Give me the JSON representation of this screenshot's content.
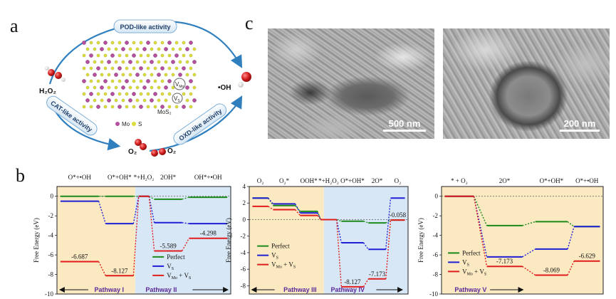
{
  "panels": {
    "a": "a",
    "b": "b",
    "c": "c"
  },
  "schematic": {
    "pod_label": "POD-like activity",
    "cat_label": "CAT-like activity",
    "oxd_label": "OXD-like activity",
    "h2o2": "H₂O₂",
    "oh": "•OH",
    "o2": "O₂",
    "o2_lower": "O₂",
    "vmo": "V",
    "vmo_sub": "Mo",
    "vs": "V",
    "vs_sub": "S",
    "legend_mo": "Mo",
    "legend_s": "S",
    "mos2": "MoS₂",
    "colors": {
      "mo": "#b4509e",
      "s": "#dcdc3c",
      "arrow": "#2f7fbf",
      "o_red": "#d21e1e"
    }
  },
  "sem": {
    "left_scale": "500 nm",
    "right_scale": "200 nm"
  },
  "chart_data": [
    {
      "type": "line",
      "ylabel": "Free Energy (eV)",
      "ylim": [
        -10,
        1
      ],
      "yticks": [
        0,
        -2,
        -4,
        -6,
        -8,
        -10
      ],
      "steps": [
        "O*+•OH",
        "O*+OH*",
        "*+H₂O₂",
        "2OH*",
        "OH*+•OH"
      ],
      "regions": [
        {
          "label": "Pathway I",
          "color": "#fbe9c2"
        },
        {
          "label": "Pathway II",
          "color": "#d8e7f5"
        }
      ],
      "series": [
        {
          "name": "Perfect",
          "color": "#1a8a1a",
          "values": [
            0,
            0,
            0,
            -0.3,
            -0.1
          ]
        },
        {
          "name": "V_S",
          "color": "#1f1fd6",
          "values": [
            -0.5,
            -2.8,
            0,
            -2.7,
            -2.8
          ]
        },
        {
          "name": "V_Mo + V_S",
          "color": "#e01c1c",
          "values": [
            -6.687,
            -8.127,
            0,
            -5.589,
            -4.298
          ]
        }
      ],
      "annotations": [
        "-6.687",
        "-8.127",
        "-5.589",
        "-4.298"
      ],
      "legend": {
        "perfect": "Perfect",
        "vs_main": "V",
        "vs_sub": "S",
        "vmovs_main": "V",
        "vmovs_sub": "Mo",
        "vmovs_plus": " + V",
        "vmovs_sub2": "S"
      }
    },
    {
      "type": "line",
      "ylabel": "Free Energy (eV)",
      "ylim": [
        -9,
        4
      ],
      "yticks": [
        4,
        2,
        0,
        -2,
        -4,
        -6,
        -8
      ],
      "steps": [
        "O₂",
        "O₂*",
        "OOH*",
        "*+H₂O₂",
        "O*+OH*",
        "2O*",
        "O₂"
      ],
      "regions": [
        {
          "label": "Pathway III",
          "color": "#fbe9c2"
        },
        {
          "label": "Pathway IV",
          "color": "#d8e7f5"
        }
      ],
      "series": [
        {
          "name": "Perfect",
          "color": "#1a8a1a",
          "values": [
            2.6,
            1.7,
            1.0,
            0,
            -0.2,
            -0.4,
            -0.058
          ]
        },
        {
          "name": "V_S",
          "color": "#1f1fd6",
          "values": [
            2.6,
            1.9,
            0.8,
            0,
            -2.8,
            -3.6,
            2.6
          ]
        },
        {
          "name": "V_Mo + V_S",
          "color": "#e01c1c",
          "values": [
            1.6,
            1.2,
            0.5,
            0,
            -8.127,
            -7.173,
            -0.058
          ]
        }
      ],
      "annotations": [
        "-8.127",
        "-7.173",
        "-0.058"
      ],
      "legend": {
        "perfect": "Perfect",
        "vs_main": "V",
        "vs_sub": "S",
        "vmovs_main": "V",
        "vmovs_sub": "Mo",
        "vmovs_plus": " + V",
        "vmovs_sub2": "S"
      }
    },
    {
      "type": "line",
      "ylabel": "Free Energy (eV)",
      "ylim": [
        -10,
        1
      ],
      "yticks": [
        0,
        -2,
        -4,
        -6,
        -8,
        -10
      ],
      "steps": [
        "* + O₂",
        "2O*",
        "O*+OH*",
        "O*+•OH"
      ],
      "regions": [
        {
          "label": "Pathway V",
          "color": "#fbe9c2"
        }
      ],
      "series": [
        {
          "name": "Perfect",
          "color": "#1a8a1a",
          "values": [
            0,
            -3.0,
            -2.6,
            -3.1
          ]
        },
        {
          "name": "V_S",
          "color": "#1f1fd6",
          "values": [
            0,
            -6.2,
            -5.4,
            -3.1
          ]
        },
        {
          "name": "V_Mo + V_S",
          "color": "#e01c1c",
          "values": [
            0,
            -7.173,
            -8.069,
            -6.629
          ]
        }
      ],
      "annotations": [
        "-7.173",
        "-8.069",
        "-6.629"
      ],
      "legend": {
        "perfect": "Perfect",
        "vs_main": "V",
        "vs_sub": "S",
        "vmovs_main": "V",
        "vmovs_sub": "Mo",
        "vmovs_plus": " + V",
        "vmovs_sub2": "S"
      }
    }
  ]
}
